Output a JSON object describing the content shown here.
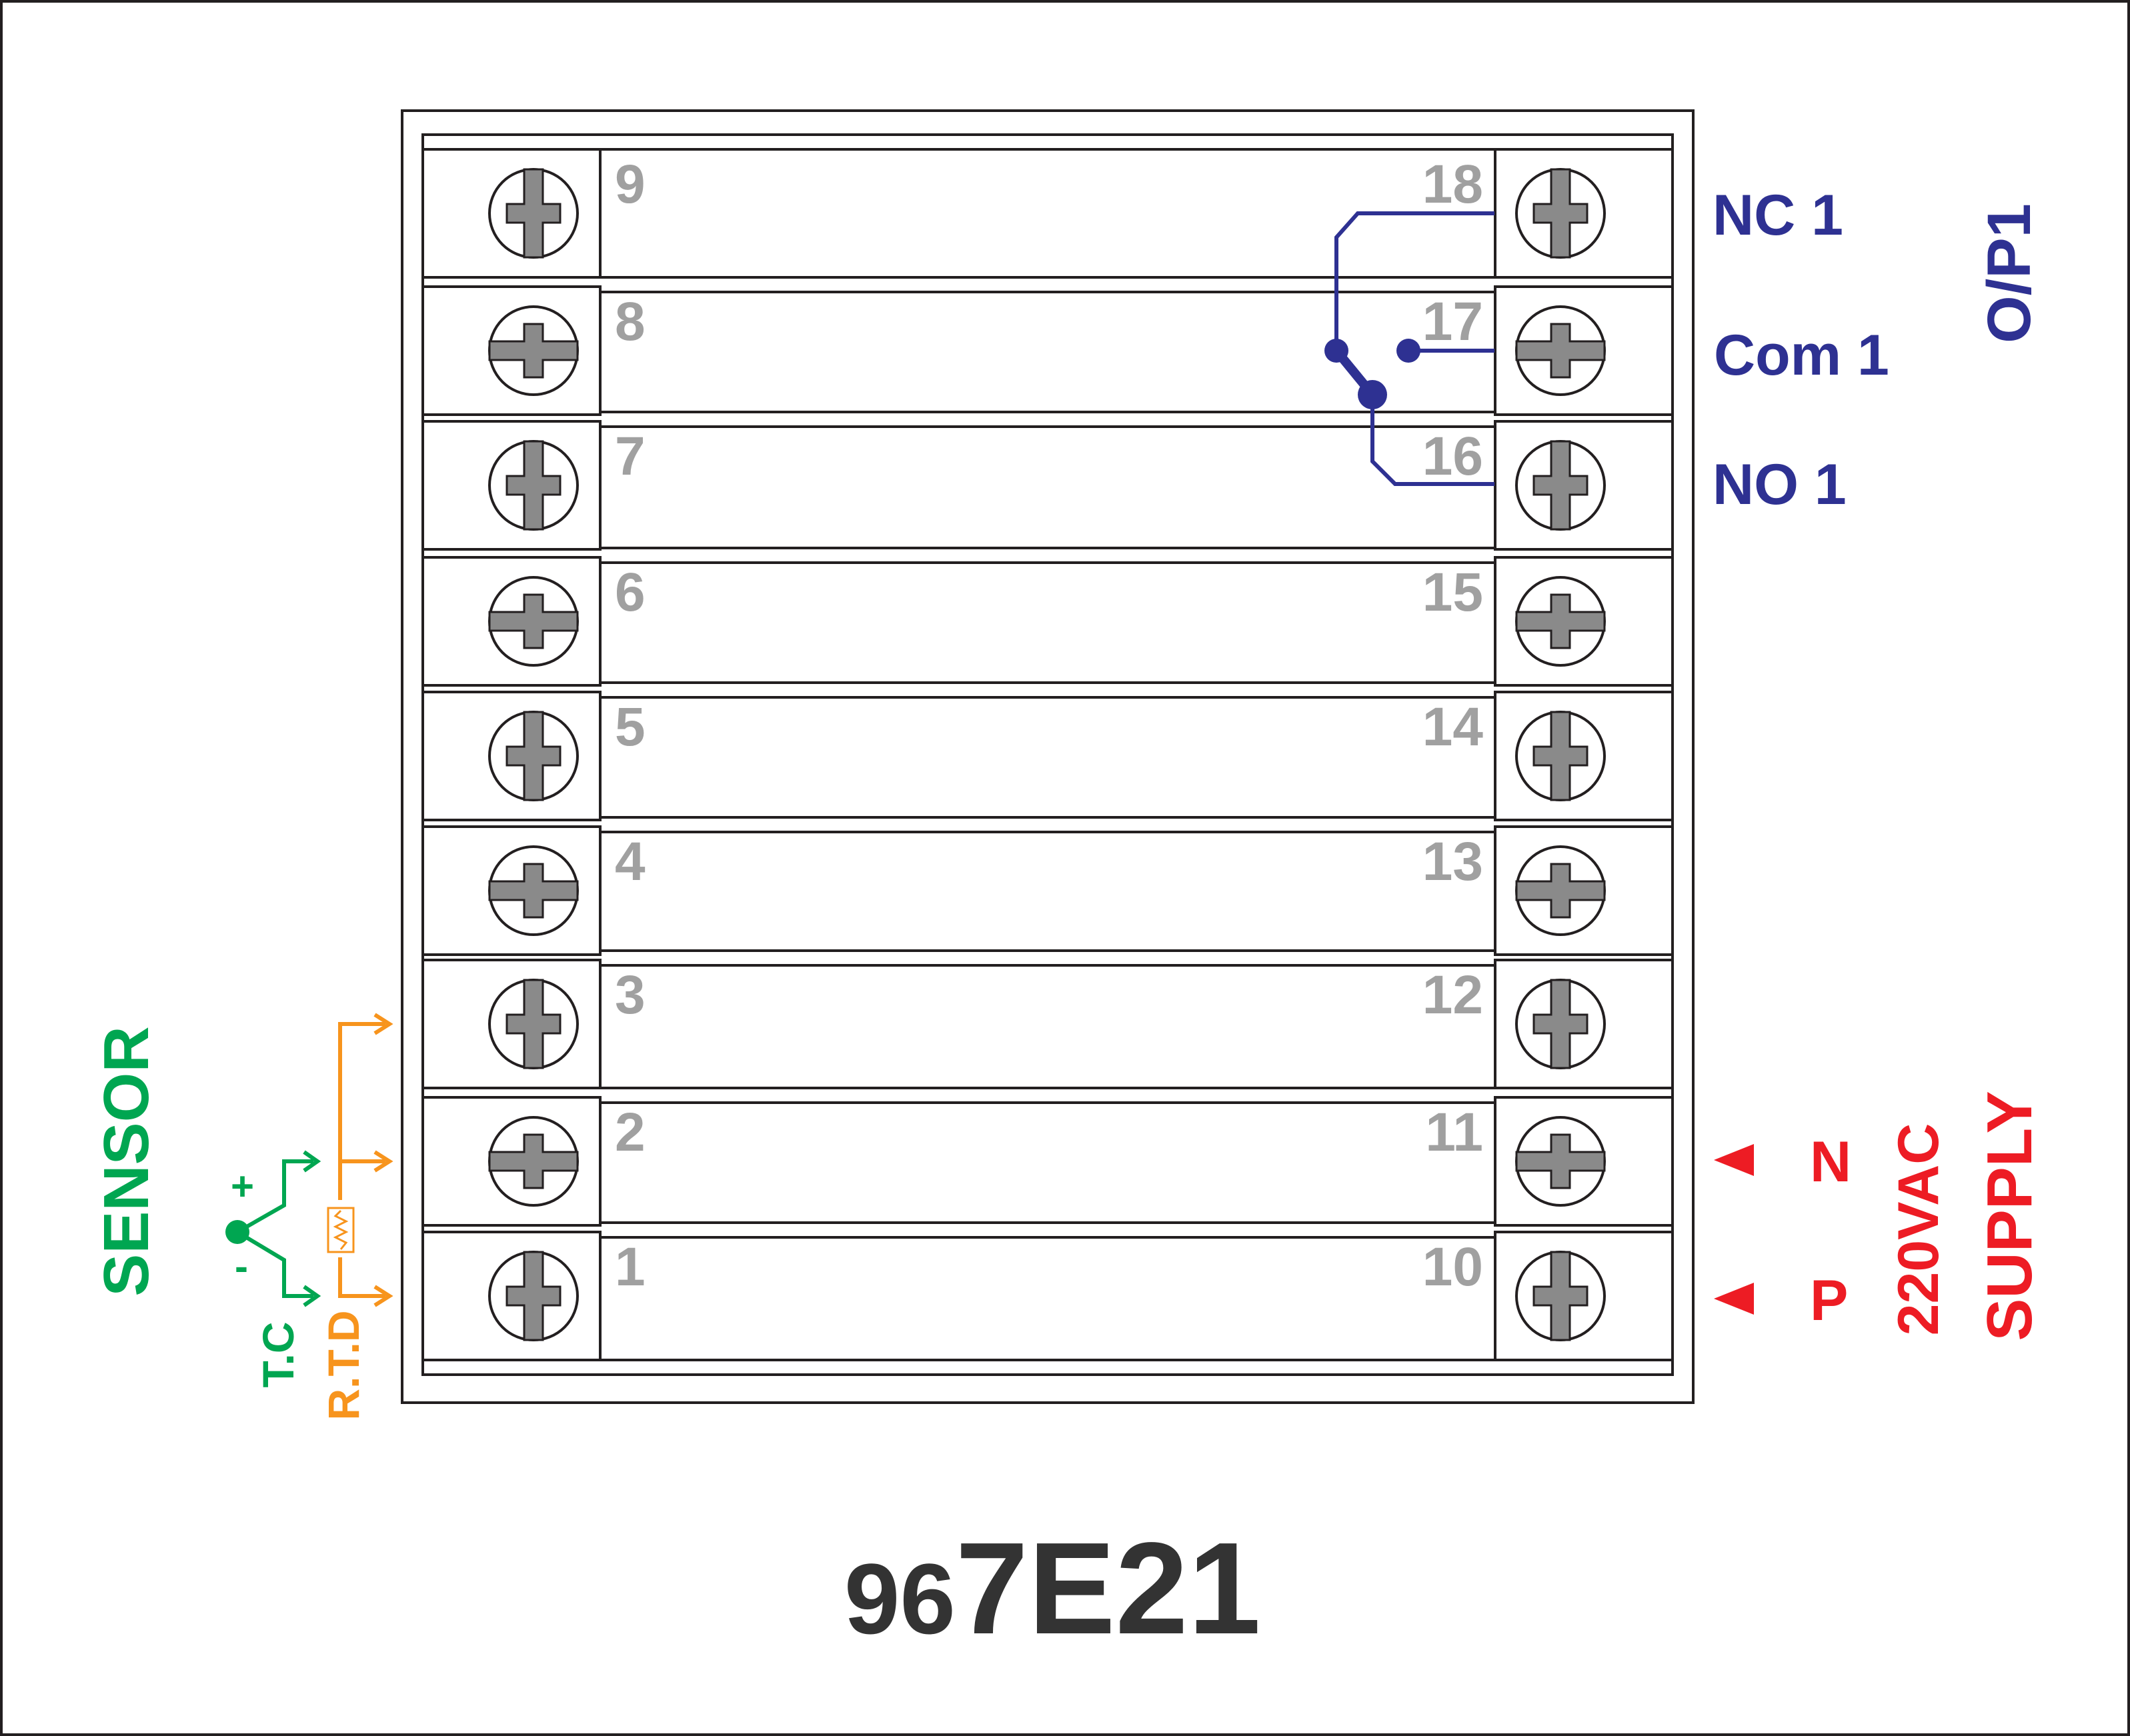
{
  "colors": {
    "frame": "#231f20",
    "terminal_number": "#a0a0a0",
    "screw_fill": "#8a8a8a",
    "output": "#2e3192",
    "sensor": "#00a651",
    "rtd": "#f7941d",
    "supply": "#ed1c24",
    "model": "#333333"
  },
  "model": {
    "prefix": "96",
    "suffix": "7E21"
  },
  "terminals": {
    "left": [
      "9",
      "8",
      "7",
      "6",
      "5",
      "4",
      "3",
      "2",
      "1"
    ],
    "right": [
      "18",
      "17",
      "16",
      "15",
      "14",
      "13",
      "12",
      "11",
      "10"
    ]
  },
  "output": {
    "group_label": "O/P1",
    "nc_label": "NC 1",
    "com_label": "Com 1",
    "no_label": "NO 1"
  },
  "sensor": {
    "title": "SENSOR",
    "tc_label": "T.C",
    "rtd_label": "R.T.D",
    "plus": "+",
    "minus": "-"
  },
  "supply": {
    "n_label": "N",
    "p_label": "P",
    "voltage_label": "220VAC",
    "supply_label": "SUPPLY"
  }
}
